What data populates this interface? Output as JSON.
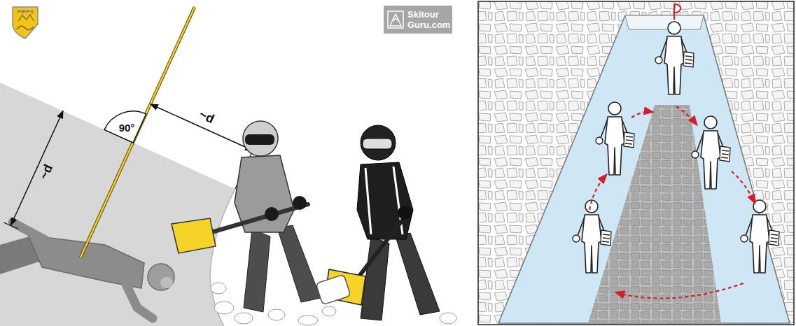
{
  "diagram": {
    "nodes": [
      {
        "text": [
          "PIEPS"
        ]
      },
      {
        "text": [
          "Skitour Guru.com"
        ]
      }
    ],
    "labels": [
      "90°",
      "~d",
      "~d"
    ]
  }
}
